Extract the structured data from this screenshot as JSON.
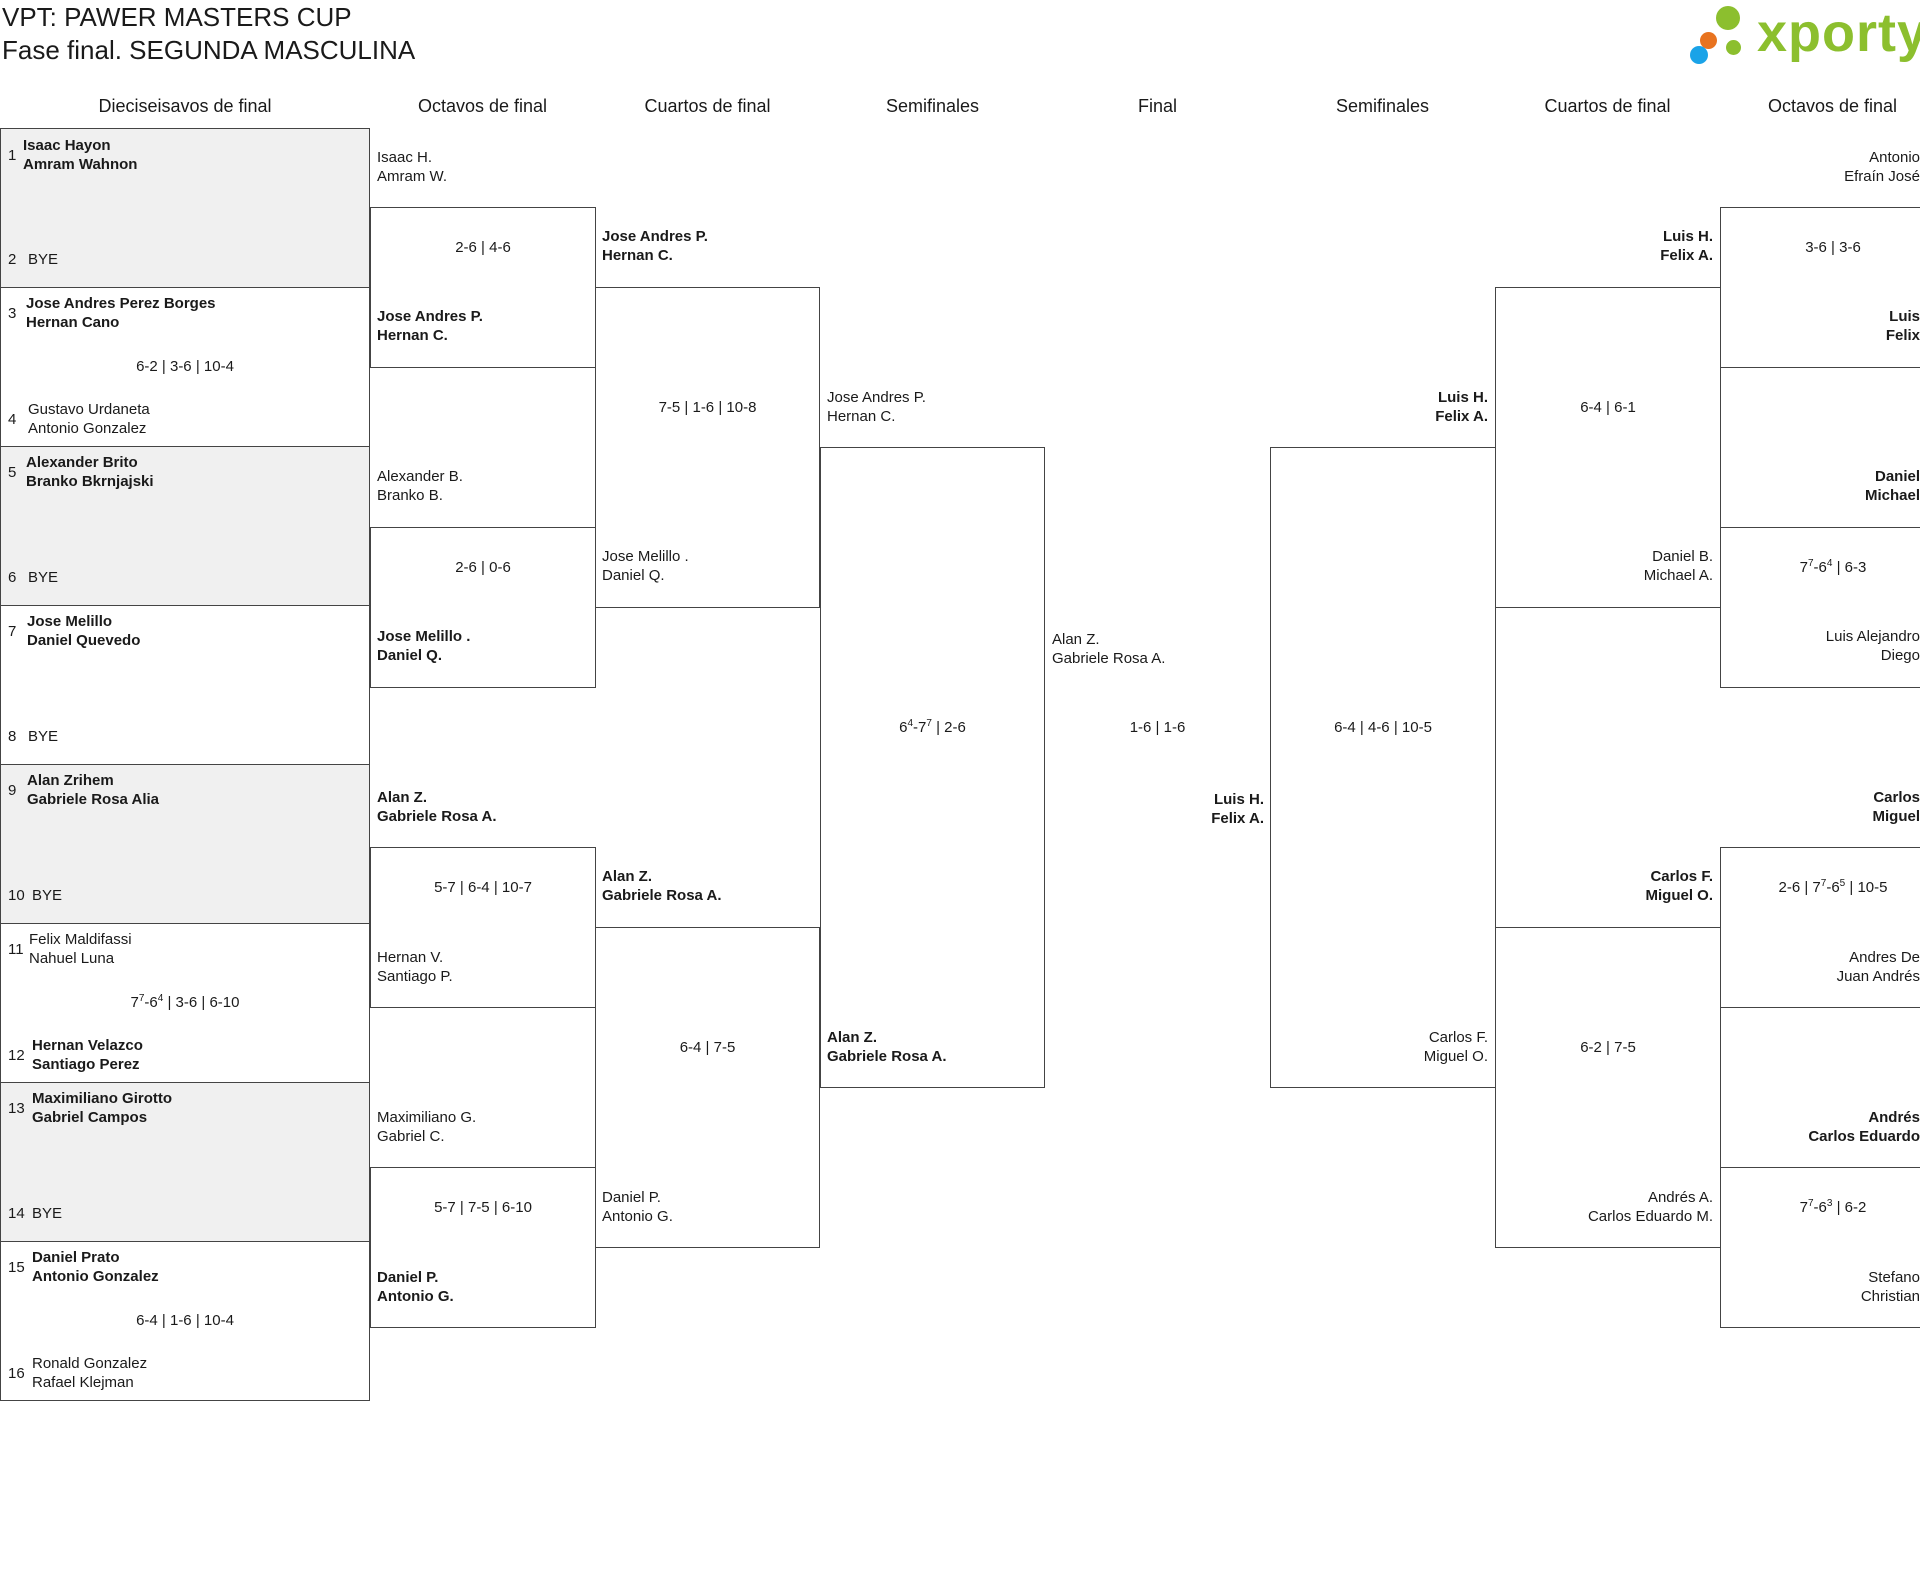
{
  "header": {
    "title": "VPT: PAWER MASTERS CUP",
    "subtitle": "Fase final. SEGUNDA MASCULINA",
    "logo_text": "xporty"
  },
  "colors": {
    "logo_green": "#8cbf2e",
    "logo_orange": "#e8731f",
    "logo_blue": "#1aa3e8",
    "bye_fill": "#f0f0f0"
  },
  "rounds": {
    "r32": "Dieciseisavos de final",
    "r16_left": "Octavos de final",
    "qf_left": "Cuartos de final",
    "sf_left": "Semifinales",
    "final": "Final",
    "sf_right": "Semifinales",
    "qf_right": "Cuartos de final",
    "r16_right": "Octavos de final"
  },
  "r32": [
    {
      "top": {
        "seed": "1",
        "names": [
          "Isaac Hayon",
          "Amram Wahnon"
        ],
        "winner": true
      },
      "bottom": {
        "seed": "2",
        "names": [
          "BYE"
        ],
        "winner": false
      },
      "bye": true
    },
    {
      "top": {
        "seed": "3",
        "names": [
          "Jose Andres Perez Borges",
          "Hernan Cano"
        ],
        "winner": true
      },
      "bottom": {
        "seed": "4",
        "names": [
          "Gustavo Urdaneta",
          "Antonio Gonzalez"
        ],
        "winner": false
      },
      "score": "6-2 | 3-6 | 10-4"
    },
    {
      "top": {
        "seed": "5",
        "names": [
          "Alexander Brito",
          "Branko Bkrnjajski"
        ],
        "winner": true
      },
      "bottom": {
        "seed": "6",
        "names": [
          "BYE"
        ],
        "winner": false
      },
      "bye": true
    },
    {
      "top": {
        "seed": "7",
        "names": [
          "Jose Melillo",
          "Daniel Quevedo"
        ],
        "winner": true
      },
      "bottom": {
        "seed": "8",
        "names": [
          "BYE"
        ],
        "winner": false
      }
    },
    {
      "top": {
        "seed": "9",
        "names": [
          "Alan Zrihem",
          "Gabriele Rosa Alia"
        ],
        "winner": true
      },
      "bottom": {
        "seed": "10",
        "names": [
          "BYE"
        ],
        "winner": false
      },
      "bye": true
    },
    {
      "top": {
        "seed": "11",
        "names": [
          "Felix Maldifassi",
          "Nahuel Luna"
        ],
        "winner": false
      },
      "bottom": {
        "seed": "12",
        "names": [
          "Hernan Velazco",
          "Santiago Perez"
        ],
        "winner": true
      },
      "score": "7^7-6^4 | 3-6 | 6-10"
    },
    {
      "top": {
        "seed": "13",
        "names": [
          "Maximiliano Girotto",
          "Gabriel Campos"
        ],
        "winner": true
      },
      "bottom": {
        "seed": "14",
        "names": [
          "BYE"
        ],
        "winner": false
      },
      "bye": true
    },
    {
      "top": {
        "seed": "15",
        "names": [
          "Daniel Prato",
          "Antonio Gonzalez"
        ],
        "winner": true
      },
      "bottom": {
        "seed": "16",
        "names": [
          "Ronald Gonzalez",
          "Rafael Klejman"
        ],
        "winner": false
      },
      "score": "6-4 | 1-6 | 10-4"
    }
  ],
  "r16_left": [
    {
      "top": {
        "names": [
          "Isaac H.",
          "Amram W."
        ],
        "winner": false
      },
      "bottom": {
        "names": [
          "Jose Andres P.",
          "Hernan C."
        ],
        "winner": true
      },
      "score": "2-6 | 4-6"
    },
    {
      "top": {
        "names": [
          "Alexander B.",
          "Branko B."
        ],
        "winner": false
      },
      "bottom": {
        "names": [
          "Jose Melillo .",
          "Daniel Q."
        ],
        "winner": true
      },
      "score": "2-6 | 0-6"
    },
    {
      "top": {
        "names": [
          "Alan Z.",
          "Gabriele Rosa A."
        ],
        "winner": true
      },
      "bottom": {
        "names": [
          "Hernan V.",
          "Santiago P."
        ],
        "winner": false
      },
      "score": "5-7 | 6-4 | 10-7"
    },
    {
      "top": {
        "names": [
          "Maximiliano G.",
          "Gabriel C."
        ],
        "winner": false
      },
      "bottom": {
        "names": [
          "Daniel P.",
          "Antonio G."
        ],
        "winner": true
      },
      "score": "5-7 | 7-5 | 6-10"
    }
  ],
  "qf_left": [
    {
      "top": {
        "names": [
          "Jose Andres P.",
          "Hernan C."
        ],
        "winner": true
      },
      "bottom": {
        "names": [
          "Jose Melillo .",
          "Daniel Q."
        ],
        "winner": false
      },
      "score": "7-5 | 1-6 | 10-8"
    },
    {
      "top": {
        "names": [
          "Alan Z.",
          "Gabriele Rosa A."
        ],
        "winner": true
      },
      "bottom": {
        "names": [
          "Daniel P.",
          "Antonio G."
        ],
        "winner": false
      },
      "score": "6-4 | 7-5"
    }
  ],
  "sf_left": [
    {
      "top": {
        "names": [
          "Jose Andres P.",
          "Hernan C."
        ],
        "winner": false
      },
      "bottom": {
        "names": [
          "Alan Z.",
          "Gabriele Rosa A."
        ],
        "winner": true
      },
      "score": "6^4-7^7 | 2-6"
    }
  ],
  "final": {
    "left": {
      "names": [
        "Alan Z.",
        "Gabriele Rosa A."
      ],
      "winner": false
    },
    "right": {
      "names": [
        "Luis H.",
        "Felix A."
      ],
      "winner": true
    },
    "score": "1-6 | 1-6"
  },
  "sf_right": [
    {
      "top": {
        "names": [
          "Luis H.",
          "Felix A."
        ],
        "winner": true
      },
      "bottom": {
        "names": [
          "Carlos F.",
          "Miguel O."
        ],
        "winner": false
      },
      "score": "6-4 | 4-6 | 10-5"
    }
  ],
  "qf_right": [
    {
      "top": {
        "names": [
          "Luis H.",
          "Felix A."
        ],
        "winner": true
      },
      "bottom": {
        "names": [
          "Daniel B.",
          "Michael A."
        ],
        "winner": false
      },
      "score": "6-4 | 6-1"
    },
    {
      "top": {
        "names": [
          "Carlos F.",
          "Miguel O."
        ],
        "winner": true
      },
      "bottom": {
        "names": [
          "Andrés A.",
          "Carlos Eduardo M."
        ],
        "winner": false
      },
      "score": "6-2 | 7-5"
    }
  ],
  "r16_right": [
    {
      "top": {
        "names": [
          "Antonio",
          "Efraín José"
        ],
        "winner": false
      },
      "bottom": {
        "names": [
          "Luis",
          "Felix"
        ],
        "winner": true
      },
      "score": "3-6 | 3-6"
    },
    {
      "top": {
        "names": [
          "Daniel",
          "Michael"
        ],
        "winner": true
      },
      "bottom": {
        "names": [
          "Luis Alejandro",
          "Diego"
        ],
        "winner": false
      },
      "score": "7^7-6^4 | 6-3"
    },
    {
      "top": {
        "names": [
          "Carlos",
          "Miguel"
        ],
        "winner": true
      },
      "bottom": {
        "names": [
          "Andres De",
          "Juan Andrés"
        ],
        "winner": false
      },
      "score": "2-6 | 7^7-6^5 | 10-5"
    },
    {
      "top": {
        "names": [
          "Andrés",
          "Carlos Eduardo"
        ],
        "winner": true
      },
      "bottom": {
        "names": [
          "Stefano",
          "Christian"
        ],
        "winner": false
      },
      "score": "7^7-6^3 | 6-2"
    }
  ]
}
